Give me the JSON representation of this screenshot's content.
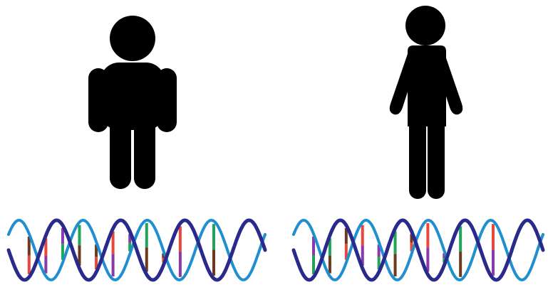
{
  "colors": {
    "background": "#ffffff",
    "silhouette": "#000000",
    "strand_dark": "#2a2a8c",
    "strand_light": "#1f8fd0",
    "base_red": "#e8473a",
    "base_brown": "#6b3a1e",
    "base_purple": "#8a3aa8",
    "base_green": "#22a35a"
  },
  "figures": [
    {
      "name": "child-figure",
      "build": "stocky"
    },
    {
      "name": "adult-figure",
      "build": "slender"
    }
  ],
  "dna_strands": [
    {
      "name": "dna-helix-left",
      "turns": 4,
      "base_pairs": 12
    },
    {
      "name": "dna-helix-right",
      "turns": 4,
      "base_pairs": 12
    }
  ]
}
